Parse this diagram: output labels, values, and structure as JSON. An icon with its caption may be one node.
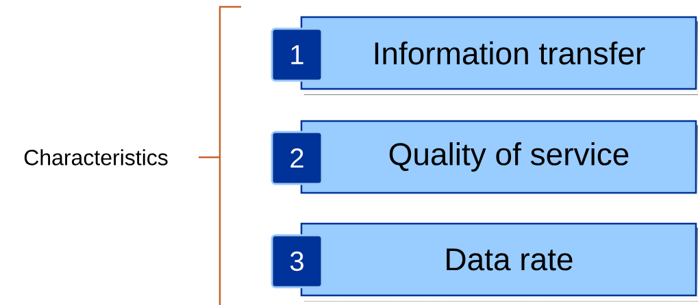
{
  "diagram": {
    "nodes": [
      {
        "text": [
          "Characteristics"
        ]
      },
      {
        "text": [
          "1"
        ]
      },
      {
        "text": [
          "Information transfer"
        ]
      },
      {
        "text": [
          "2"
        ]
      },
      {
        "text": [
          "Quality of service"
        ]
      },
      {
        "text": [
          "3"
        ]
      },
      {
        "text": [
          "Data rate"
        ]
      }
    ]
  }
}
